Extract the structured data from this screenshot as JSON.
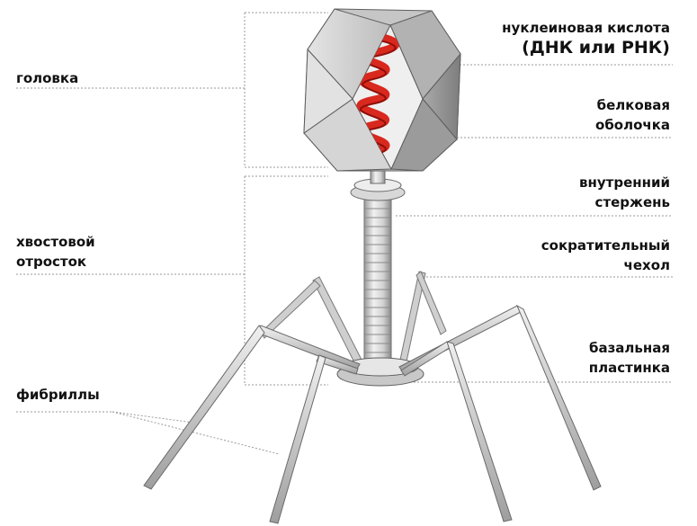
{
  "labels": {
    "left": {
      "head": "головка",
      "tail_line1": "хвостовой",
      "tail_line2": "отросток",
      "fibrils": "фибриллы"
    },
    "right": {
      "nucleic_line1": "нуклеиновая кислота",
      "nucleic_line2": "(ДНК или РНК)",
      "coat_line1": "белковая",
      "coat_line2": "оболочка",
      "core_line1": "внутренний",
      "core_line2": "стержень",
      "sheath_line1": "сократительный",
      "sheath_line2": "чехол",
      "plate_line1": "базальная",
      "plate_line2": "пластинка"
    }
  },
  "colors": {
    "dna": "#d9281e",
    "capsid": "#c9c9c9",
    "capsid_dark": "#8f8f8f",
    "tail": "#d6d6d6",
    "leader_line": "#9a9a9a"
  }
}
